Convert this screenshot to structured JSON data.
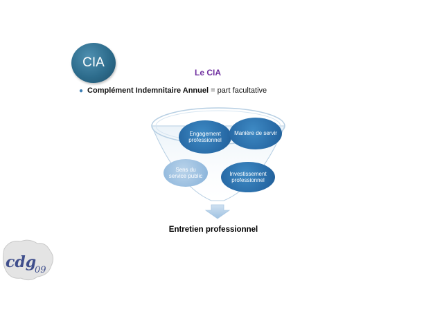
{
  "badge": {
    "label": "CIA"
  },
  "title": "Le CIA",
  "bullet": {
    "bold": "Complément Indemnitaire Annuel",
    "rest": " = part facultative"
  },
  "diagram": {
    "items": [
      "Engagement professionnel",
      "Manière de servir",
      "Sens du service public",
      "Investissement professionnel"
    ],
    "caption": "Entretien professionnel"
  },
  "colors": {
    "title": "#7030a0",
    "oval_dark": "#2769a5",
    "oval_light": "#8fb7dc",
    "badge": "#2d6c8c"
  }
}
